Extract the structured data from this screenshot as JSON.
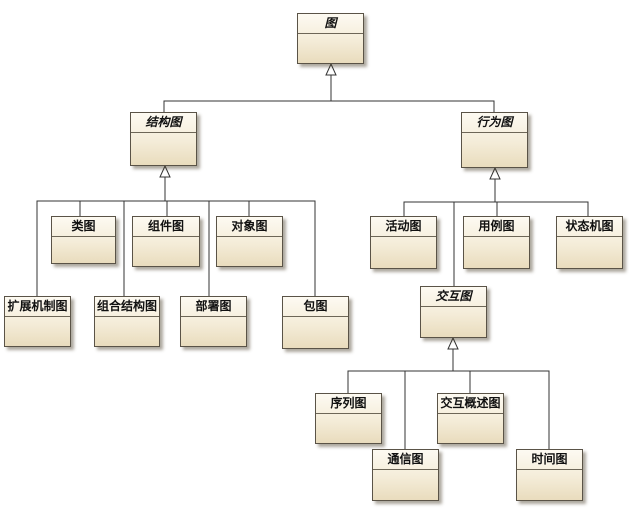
{
  "nodes": {
    "diagram": "图",
    "structure": "结构图",
    "behavior": "行为图",
    "class": "类图",
    "component": "组件图",
    "object": "对象图",
    "extension": "扩展机制图",
    "composite": "组合结构图",
    "deployment": "部署图",
    "package": "包图",
    "activity": "活动图",
    "usecase": "用例图",
    "statemachine": "状态机图",
    "interaction": "交互图",
    "sequence": "序列图",
    "overview": "交互概述图",
    "communication": "通信图",
    "timing": "时间图"
  },
  "abstract_nodes": [
    "diagram",
    "structure",
    "behavior",
    "interaction"
  ],
  "generalizations": [
    {
      "parent": "diagram",
      "children": [
        "structure",
        "behavior"
      ]
    },
    {
      "parent": "structure",
      "children": [
        "class",
        "component",
        "object",
        "extension",
        "composite",
        "deployment",
        "package"
      ]
    },
    {
      "parent": "behavior",
      "children": [
        "activity",
        "usecase",
        "statemachine",
        "interaction"
      ]
    },
    {
      "parent": "interaction",
      "children": [
        "sequence",
        "overview",
        "communication",
        "timing"
      ]
    }
  ],
  "colors": {
    "box_border": "#5a5347",
    "box_fill_top": "#fdfaf2",
    "box_fill_bottom": "#e9dcbd",
    "wire": "#333333"
  }
}
